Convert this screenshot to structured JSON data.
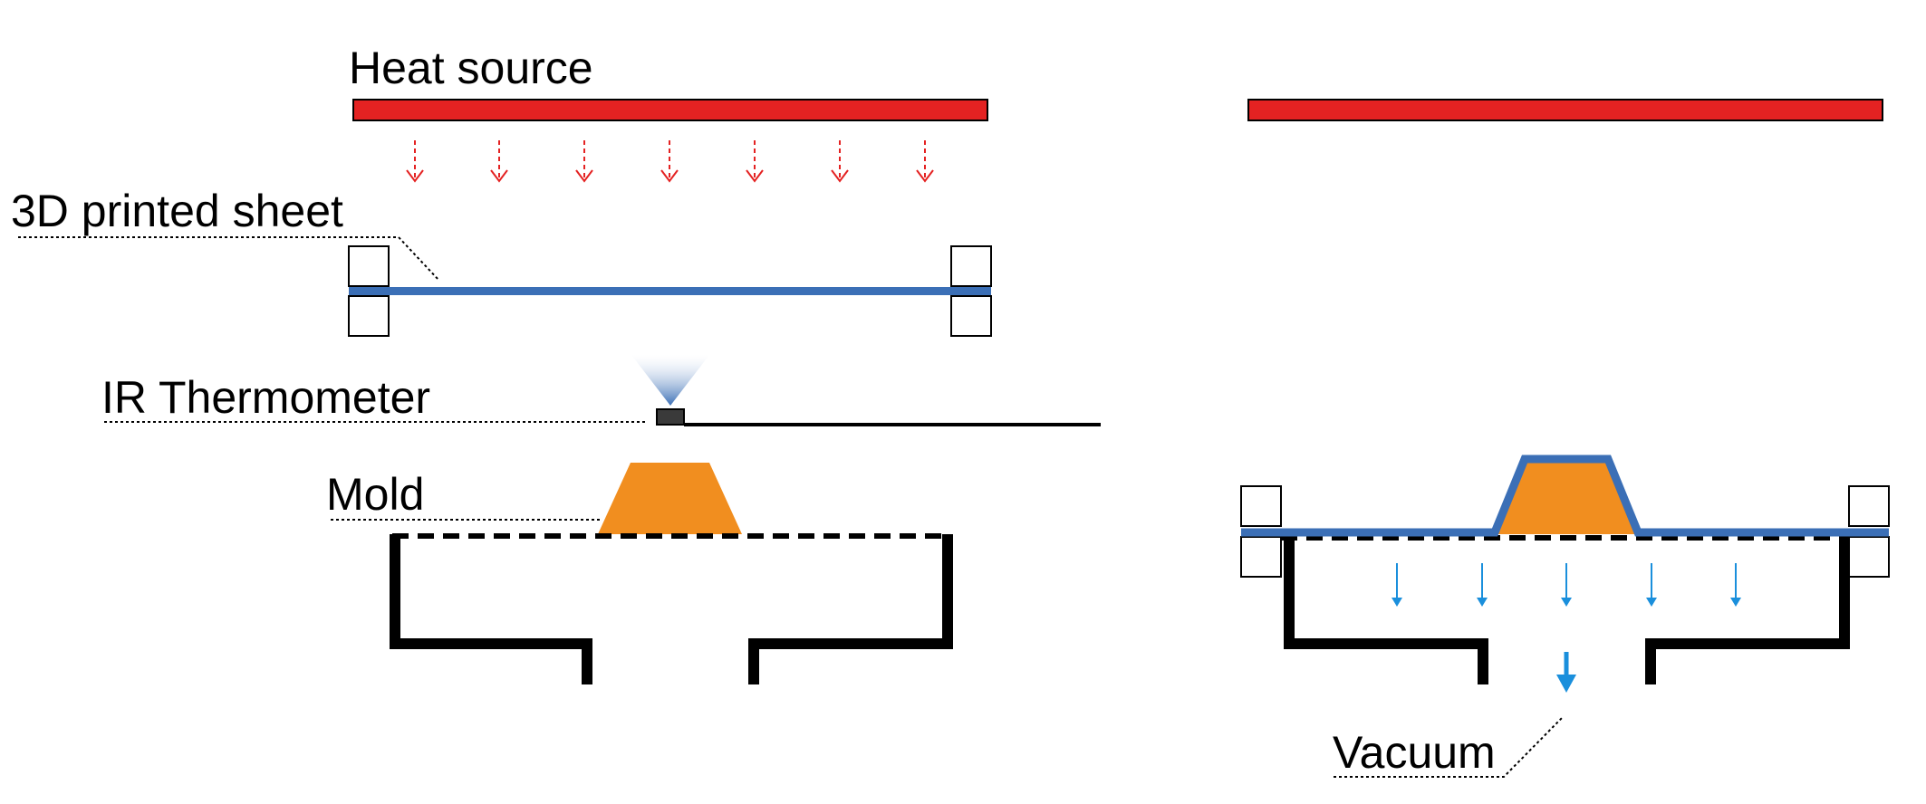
{
  "labels": {
    "heat_source": "Heat source",
    "sheet": "3D printed sheet",
    "ir_thermometer": "IR Thermometer",
    "mold": "Mold",
    "vacuum": "Vacuum"
  },
  "colors": {
    "heater": "#e42222",
    "heat_arrow": "#e42222",
    "sheet": "#3b6fb6",
    "mold": "#f18e1f",
    "vacuum_arrow": "#1a8fdc",
    "frame": "#000000",
    "ir_cone": "#3b6fb6"
  }
}
